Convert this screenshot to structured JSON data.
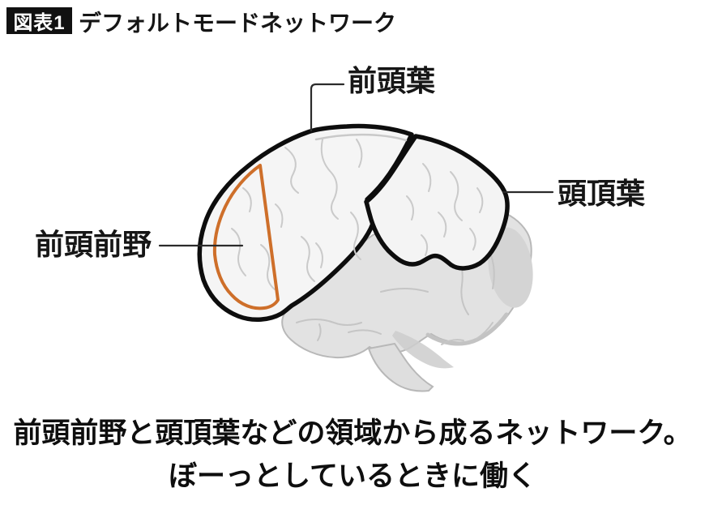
{
  "figure": {
    "badge": "図表1",
    "title": "デフォルトモードネットワーク"
  },
  "diagram": {
    "labels": {
      "frontal_lobe": "前頭葉",
      "parietal_lobe": "頭頂葉",
      "prefrontal_cortex": "前頭前野"
    },
    "colors": {
      "highlight_orange": "#CE6F2A",
      "outline_black": "#0d0d0d",
      "brain_front_fill": "#F5F5F5",
      "brain_back_fill": "#E2E2E2",
      "sulci_gray": "#C9C9C9"
    }
  },
  "caption": {
    "line1": "前頭前野と頭頂葉などの領域から成るネットワーク。",
    "line2": "ぼーっとしているときに働く"
  }
}
